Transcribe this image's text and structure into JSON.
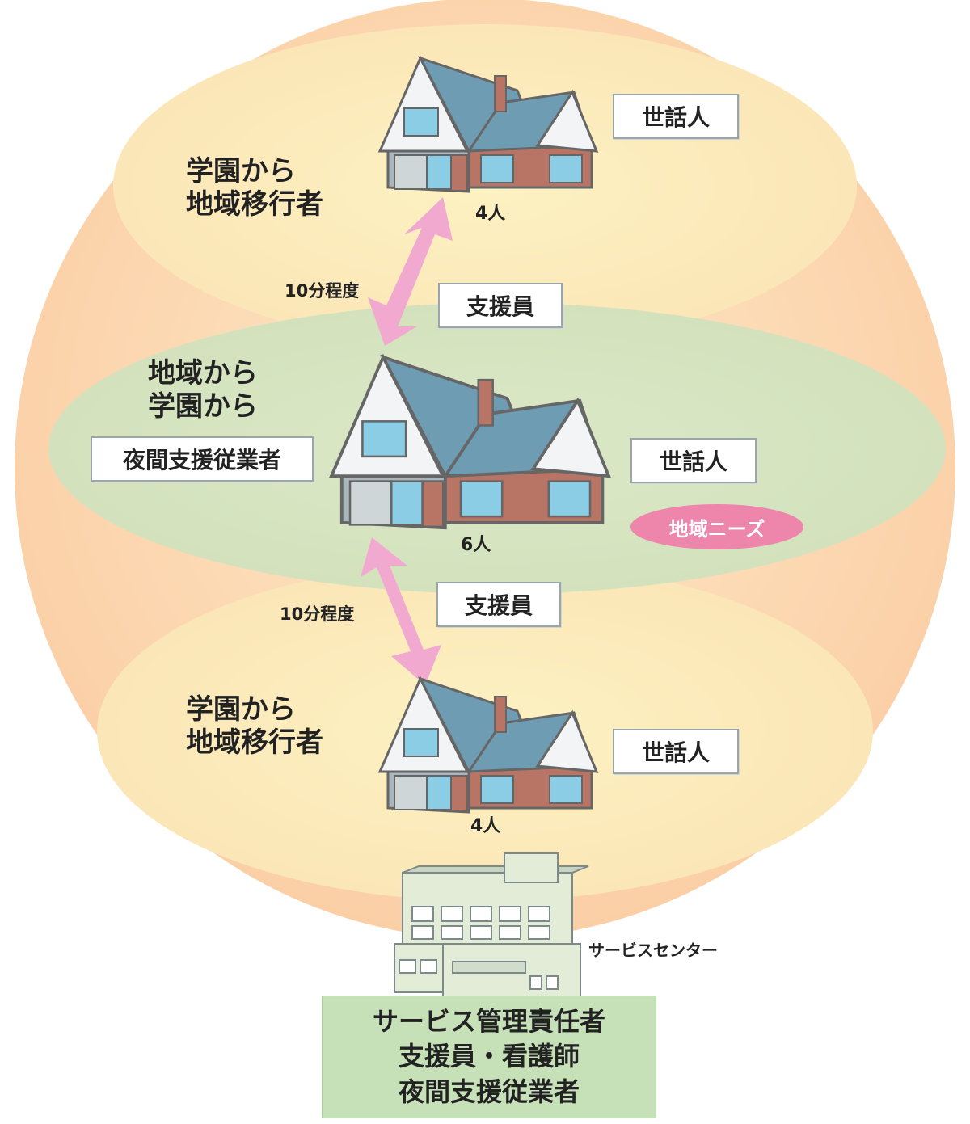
{
  "upper_home": {
    "residents": "学園から",
    "residents2": "地域移行者",
    "caretaker": "世話人",
    "count": "4人"
  },
  "middle_home": {
    "residents": "地域から",
    "residents2": "学園から",
    "night_staff": "夜間支援従業者",
    "caretaker": "世話人",
    "count": "6人",
    "needs": "地域ニーズ"
  },
  "lower_home": {
    "residents": "学園から",
    "residents2": "地域移行者",
    "caretaker": "世話人",
    "count": "4人"
  },
  "links": [
    {
      "time": "10分程度",
      "support": "支援員"
    },
    {
      "time": "10分程度",
      "support": "支援員"
    }
  ],
  "service_center": {
    "label": "サービスセンター",
    "staff_line1": "サービス管理責任者",
    "staff_line2": "支援員・看護師",
    "staff_line3": "夜間支援従業者"
  },
  "colors": {
    "outer_circle": "#fbd0a8",
    "upper_band": "#fdf0bf",
    "middle_band": "#d9e6c4",
    "arrow": "#f2a9cf",
    "pill": "#ee86ac",
    "staff_box": "#c6e0b8"
  }
}
